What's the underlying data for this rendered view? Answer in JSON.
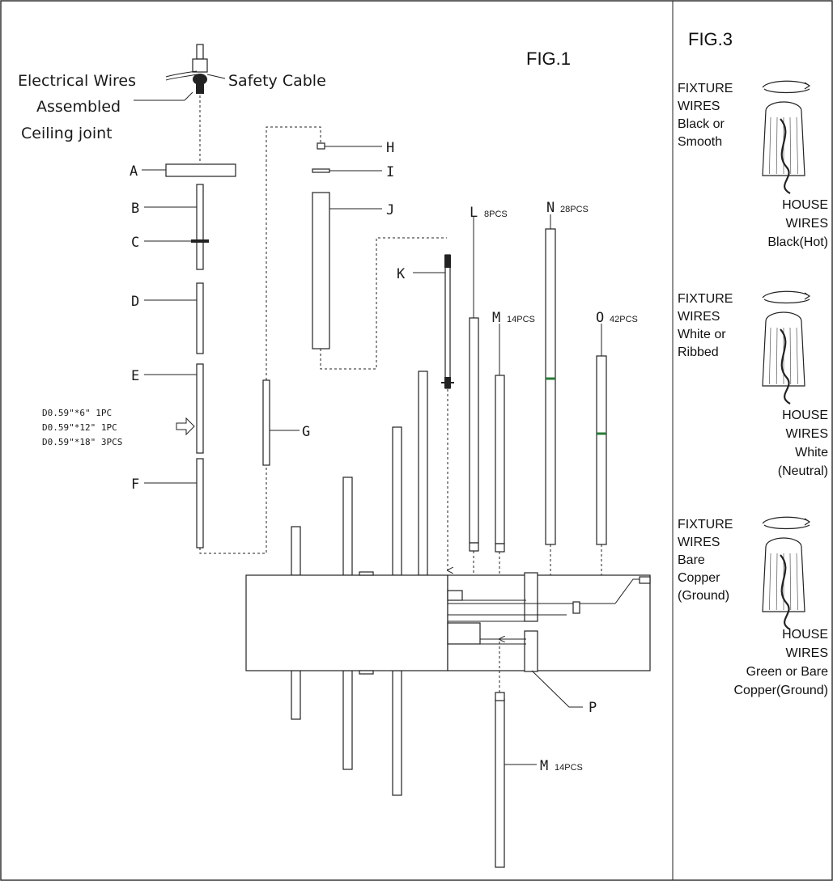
{
  "fig1": {
    "title": "FIG.1",
    "callouts": {
      "electrical_wires": "Electrical Wires",
      "safety_cable": "Safety Cable",
      "assembled": "Assembled",
      "ceiling_joint": "Ceiling joint"
    },
    "labels": {
      "A": "A",
      "B": "B",
      "C": "C",
      "D": "D",
      "E": "E",
      "F": "F",
      "G": "G",
      "H": "H",
      "I": "I",
      "J": "J",
      "K": "K",
      "L": "L",
      "M": "M",
      "N": "N",
      "O": "O",
      "P": "P"
    },
    "counts": {
      "L": "8PCS",
      "M_top": "14PCS",
      "N": "28PCS",
      "O": "42PCS",
      "M_bottom": "14PCS"
    },
    "rod_specs": [
      "D0.59\"*6\"  1PC",
      "D0.59\"*12\" 1PC",
      "D0.59\"*18\" 3PCS"
    ]
  },
  "fig3": {
    "title": "FIG.3",
    "sections": [
      {
        "fixture_lines": [
          "FIXTURE",
          "WIRES",
          "Black or",
          "Smooth"
        ],
        "house_lines": [
          "HOUSE",
          "WIRES",
          "Black(Hot)"
        ]
      },
      {
        "fixture_lines": [
          "FIXTURE",
          "WIRES",
          "White or",
          "Ribbed"
        ],
        "house_lines": [
          "HOUSE",
          "WIRES",
          "White",
          "(Neutral)"
        ]
      },
      {
        "fixture_lines": [
          "FIXTURE",
          "WIRES",
          "Bare",
          "Copper",
          "(Ground)"
        ],
        "house_lines": [
          "HOUSE",
          "WIRES",
          "Green or Bare",
          "Copper(Ground)"
        ]
      }
    ]
  }
}
